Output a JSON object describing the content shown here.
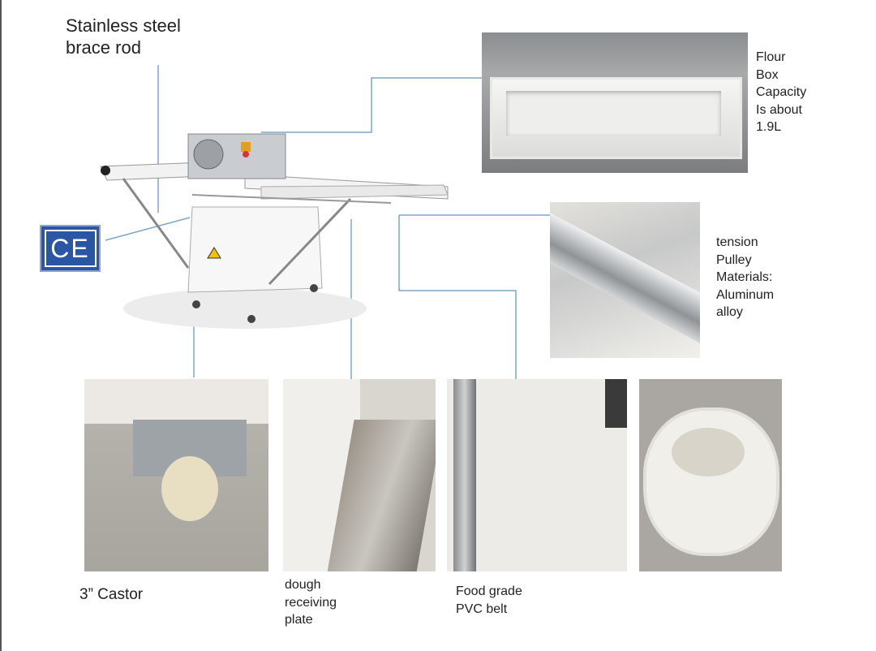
{
  "labels": {
    "brace_rod": "Stainless steel\nbrace rod",
    "flour_box": "Flour\nBox\nCapacity\nIs about\n1.9L",
    "tension_pulley": "tension\nPulley\nMaterials:\nAluminum\nalloy",
    "castor": "3” Castor",
    "dough_plate": "dough\nreceiving\nplate",
    "pvc_belt": "Food grade\nPVC belt"
  },
  "ce_mark": "CE",
  "colors": {
    "callout_line": "#7fa6c4",
    "ce_blue": "#2b56a6"
  }
}
